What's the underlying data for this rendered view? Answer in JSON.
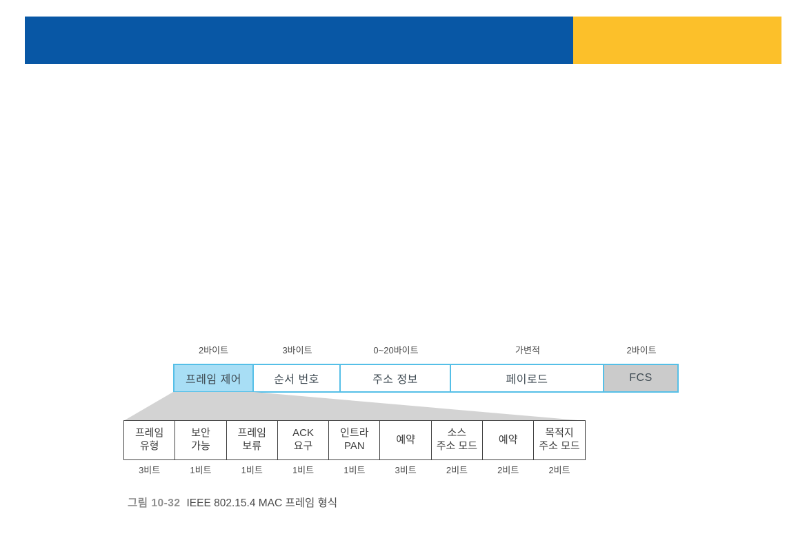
{
  "page": {
    "banner": {
      "blue_color": "#0857A5",
      "yellow_color": "#FCC02A"
    },
    "frame_diagram": {
      "fields": [
        {
          "size_label": "2바이트",
          "name": "프레임 제어",
          "fill": "#A8DEF5"
        },
        {
          "size_label": "3바이트",
          "name": "순서 번호",
          "fill": "#FFFFFF"
        },
        {
          "size_label": "0~20바이트",
          "name": "주소 정보",
          "fill": "#FFFFFF"
        },
        {
          "size_label": "가변적",
          "name": "페이로드",
          "fill": "#FFFFFF"
        },
        {
          "size_label": "2바이트",
          "name": "FCS",
          "fill": "#CBCBCB"
        }
      ],
      "border_color": "#55BFE7",
      "control_fields": [
        {
          "name": "프레임\n유형",
          "bits": "3비트"
        },
        {
          "name": "보안\n가능",
          "bits": "1비트"
        },
        {
          "name": "프레임\n보류",
          "bits": "1비트"
        },
        {
          "name": "ACK\n요구",
          "bits": "1비트"
        },
        {
          "name": "인트라\nPAN",
          "bits": "1비트"
        },
        {
          "name": "예약",
          "bits": "3비트"
        },
        {
          "name": "소스\n주소 모드",
          "bits": "2비트"
        },
        {
          "name": "예약",
          "bits": "2비트"
        },
        {
          "name": "목적지\n주소 모드",
          "bits": "2비트"
        }
      ]
    },
    "caption": {
      "label": "그림 10-32",
      "text": "IEEE 802.15.4 MAC 프레임 형식"
    }
  }
}
